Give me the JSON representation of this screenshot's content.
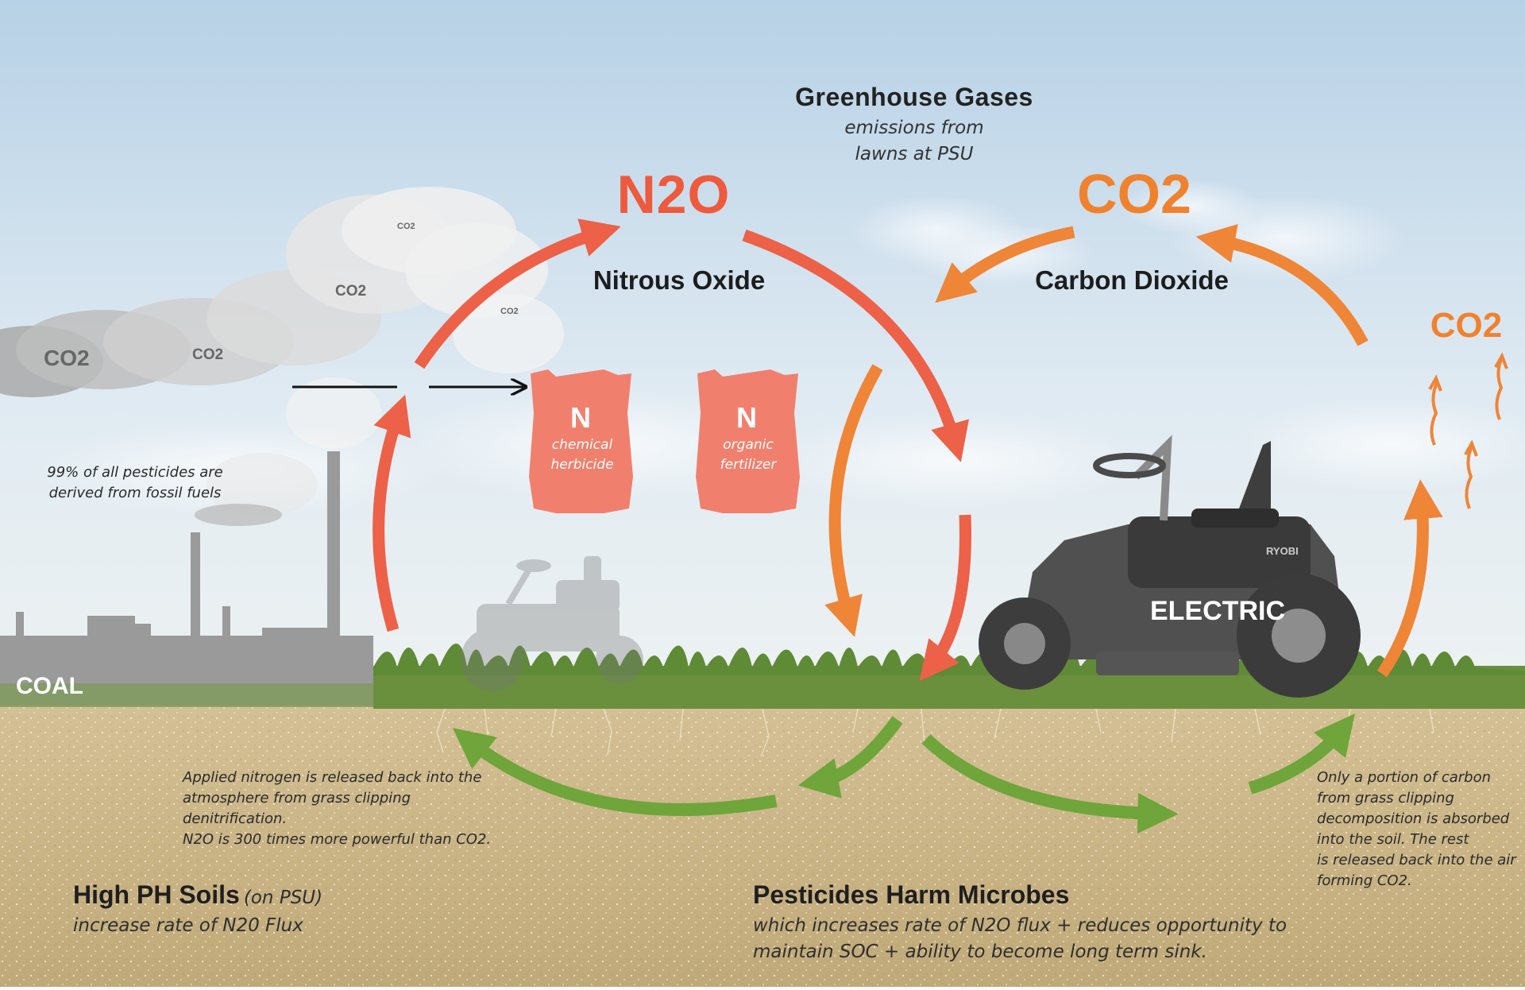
{
  "header": {
    "title": "Greenhouse Gases",
    "subtitle_line1": "emissions from",
    "subtitle_line2": "lawns at PSU"
  },
  "gases": {
    "n2o_formula": "N2O",
    "n2o_name": "Nitrous Oxide",
    "co2_formula": "CO2",
    "co2_name": "Carbon Dioxide",
    "co2_small": "CO2",
    "n2o_color": "#ee5a3e",
    "co2_color": "#f0822e"
  },
  "smoke_labels": [
    "CO2",
    "CO2",
    "CO2",
    "CO2",
    "CO2"
  ],
  "bags": {
    "chemical": {
      "letter": "N",
      "line1": "chemical",
      "line2": "herbicide"
    },
    "organic": {
      "letter": "N",
      "line1": "organic",
      "line2": "fertilizer"
    },
    "color": "#f0806d"
  },
  "labels": {
    "coal": "COAL",
    "electric": "ELECTRIC",
    "mower_brand": "RYOBI"
  },
  "notes": {
    "pesticides_fossil": [
      "99% of all pesticides are",
      "derived from fossil fuels"
    ],
    "nitrogen_release": [
      "Applied nitrogen is released back into the",
      "atmosphere from grass clipping denitrification.",
      "N2O is 300 times more powerful than CO2."
    ],
    "carbon_portion": [
      "Only a portion of carbon",
      "from grass clipping",
      "decomposition is absorbed",
      "into the soil. The rest",
      "is released back into the air",
      "forming CO2."
    ]
  },
  "soil": {
    "ph_title": "High PH Soils",
    "ph_paren": "(on PSU)",
    "ph_sub": "increase rate of N20 Flux",
    "pest_title": "Pesticides Harm Microbes",
    "pest_sub_line1": "which increases rate of N2O flux + reduces opportunity to",
    "pest_sub_line2": "maintain SOC + ability to become long term sink."
  },
  "colors": {
    "soil_arrow": "#6fa53a",
    "sky_top": "#b9d3e8",
    "soil": "#c9b58a"
  }
}
